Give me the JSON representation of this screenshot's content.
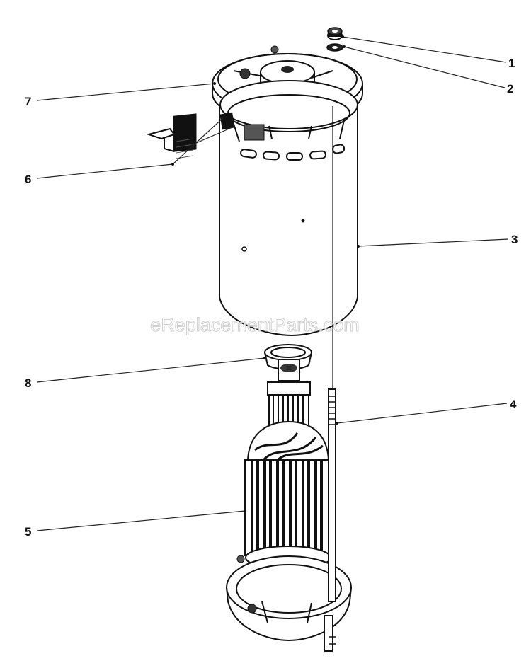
{
  "watermark": "eReplacementParts.com",
  "callouts": [
    {
      "id": "1",
      "label": "1"
    },
    {
      "id": "2",
      "label": "2"
    },
    {
      "id": "3",
      "label": "3"
    },
    {
      "id": "4",
      "label": "4"
    },
    {
      "id": "5",
      "label": "5"
    },
    {
      "id": "6",
      "label": "6"
    },
    {
      "id": "7",
      "label": "7"
    },
    {
      "id": "8",
      "label": "8"
    }
  ],
  "parts": [
    {
      "callout": "1",
      "icon": "nut-icon"
    },
    {
      "callout": "2",
      "icon": "lock-washer-icon"
    },
    {
      "callout": "3",
      "icon": "motor-housing-icon"
    },
    {
      "callout": "4",
      "icon": "through-bolt-icon"
    },
    {
      "callout": "5",
      "icon": "armature-icon"
    },
    {
      "callout": "6",
      "icon": "carbon-brush-icon"
    },
    {
      "callout": "7",
      "icon": "end-bell-icon"
    },
    {
      "callout": "8",
      "icon": "baffle-ring-icon"
    }
  ],
  "colors": {
    "ink": "#111111",
    "paper": "#ffffff",
    "watermark": "#c9c9c9"
  }
}
